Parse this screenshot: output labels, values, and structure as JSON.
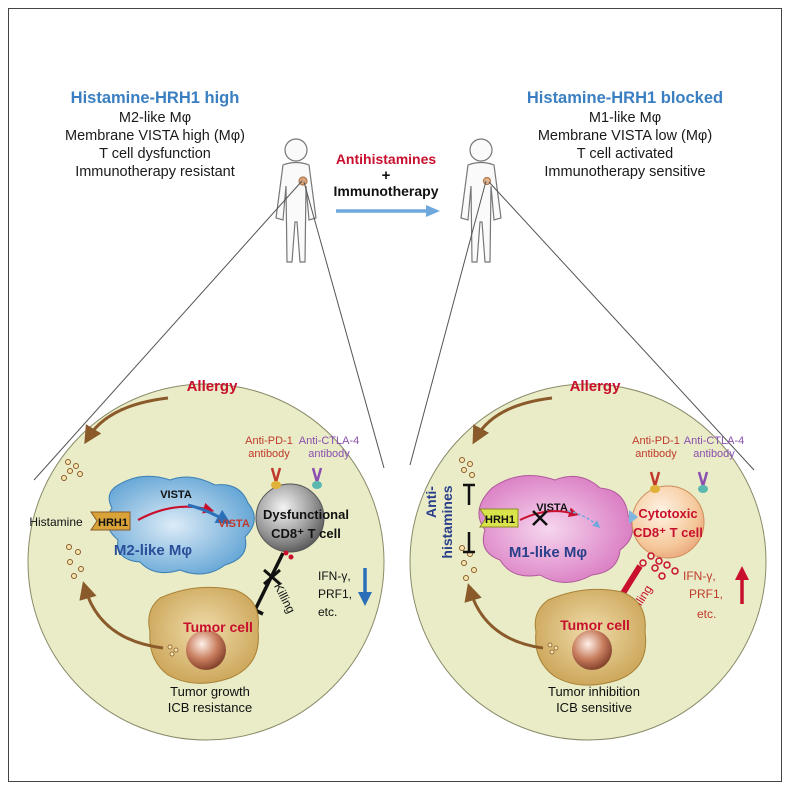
{
  "left_panel": {
    "title": "Histamine-HRH1 high",
    "lines": [
      "M2-like Mφ",
      "Membrane VISTA high (Mφ)",
      "T cell dysfunction",
      "Immunotherapy resistant"
    ],
    "allergy": "Allergy",
    "histamine": "Histamine",
    "hrh1": "HRH1",
    "vista_top": "VISTA",
    "vista_side": "VISTA",
    "macrophage": "M2-like Mφ",
    "anti_pd1": [
      "Anti-PD-1",
      "antibody"
    ],
    "anti_ctla4": [
      "Anti-CTLA-4",
      "antibody"
    ],
    "tcell": [
      "Dysfunctional",
      "CD8⁺ T cell"
    ],
    "killing": "Killing",
    "cytokines": [
      "IFN-γ,",
      "PRF1,",
      "etc."
    ],
    "tumor": "Tumor cell",
    "outcome": [
      "Tumor growth",
      "ICB resistance"
    ]
  },
  "right_panel": {
    "title": "Histamine-HRH1 blocked",
    "lines": [
      "M1-like Mφ",
      "Membrane VISTA low (Mφ)",
      "T cell activated",
      "Immunotherapy sensitive"
    ],
    "allergy": "Allergy",
    "antihistamines": [
      "Anti-",
      "histamines"
    ],
    "hrh1": "HRH1",
    "vista_top": "VISTA",
    "macrophage": "M1-like Mφ",
    "anti_pd1": [
      "Anti-PD-1",
      "antibody"
    ],
    "anti_ctla4": [
      "Anti-CTLA-4",
      "antibody"
    ],
    "tcell": [
      "Cytotoxic",
      "CD8⁺ T cell"
    ],
    "killing": "Killing",
    "cytokines": [
      "IFN-γ,",
      "PRF1,",
      "etc."
    ],
    "tumor": "Tumor cell",
    "outcome": [
      "Tumor inhibition",
      "ICB sensitive"
    ]
  },
  "center": {
    "antihistamines": "Antihistamines",
    "plus": "+",
    "immunotherapy": "Immunotherapy"
  },
  "colors": {
    "title_blue": "#3a7fc1",
    "red": "#c8102e",
    "circle_fill": "#e9ecc6",
    "m2_blue": "#7db7de",
    "m1_pink": "#e694cf",
    "tumor": "#d7b86a",
    "arrow_brown": "#8a5a2b"
  }
}
